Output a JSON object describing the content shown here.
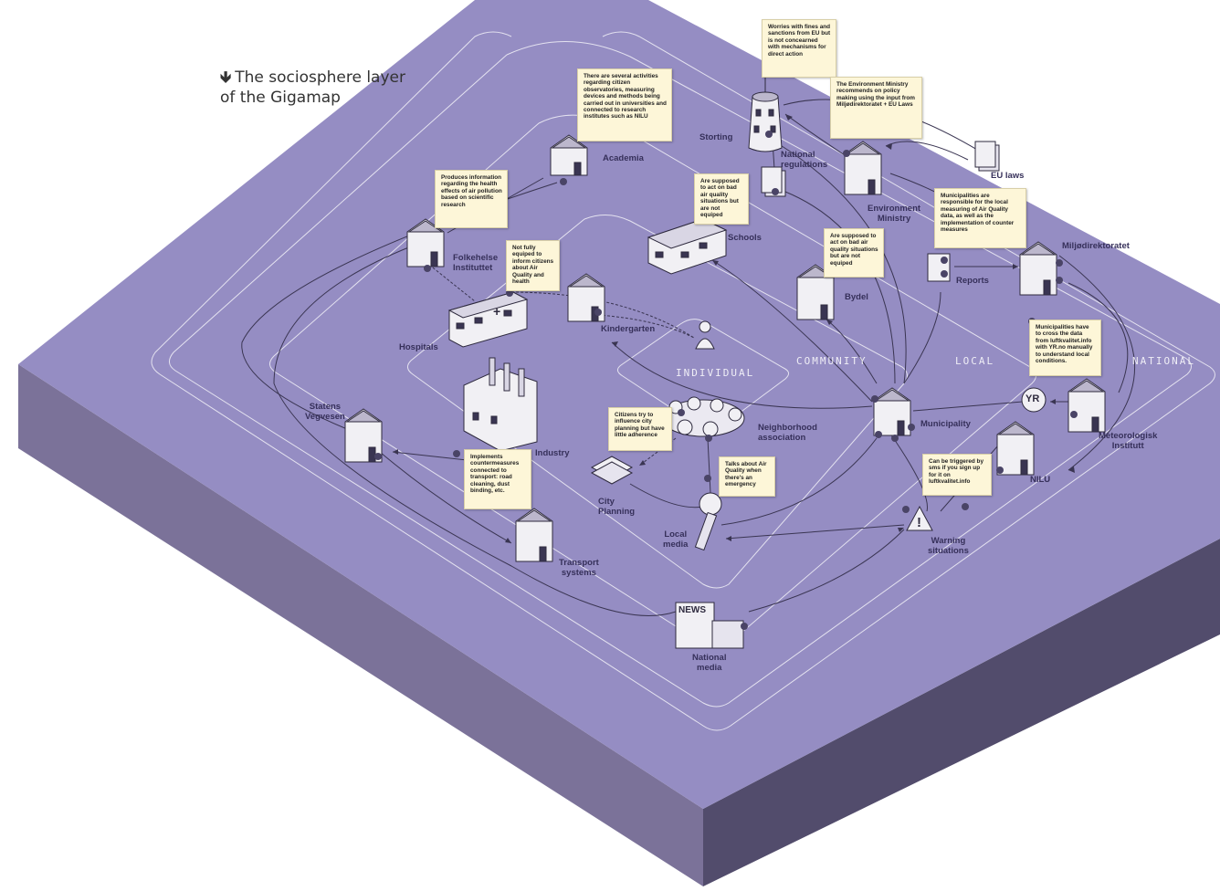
{
  "caption": {
    "arrow": "🡻",
    "text_line1": "The sociosphere layer",
    "text_line2": "of the Gigamap"
  },
  "rings": {
    "individual": "INDIVIDUAL",
    "community": "COMMUNITY",
    "local": "LOCAL",
    "national": "NATIONAL"
  },
  "labels": {
    "academia": "Academia",
    "storting": "Storting",
    "national_regulations_1": "National",
    "national_regulations_2": "regulations",
    "eu_laws": "EU laws",
    "environment_ministry_1": "Environment",
    "environment_ministry_2": "Ministry",
    "folkehelse_1": "Folkehelse",
    "folkehelse_2": "Instituttet",
    "schools": "Schools",
    "bydel": "Bydel",
    "miljodirektoratet": "Miljødirektoratet",
    "reports": "Reports",
    "hospitals": "Hospitals",
    "kindergarten": "Kindergarten",
    "statens_vegvesen_1": "Statens",
    "statens_vegvesen_2": "Vegvesen",
    "industry": "Industry",
    "neighborhood_1": "Neighborhood",
    "neighborhood_2": "association",
    "municipality": "Municipality",
    "meteorologisk_1": "Meteorologisk",
    "meteorologisk_2": "Institutt",
    "nilu": "NILU",
    "city_planning_1": "City",
    "city_planning_2": "Planning",
    "local_media_1": "Local",
    "local_media_2": "media",
    "warning_1": "Warning",
    "warning_2": "situations",
    "transport_1": "Transport",
    "transport_2": "systems",
    "national_media_1": "National",
    "national_media_2": "media",
    "yr_logo": "YR",
    "news_sign": "NEWS"
  },
  "notes": {
    "storting": "Worries with fines and sanctions from EU but is not concearned with mechanisms for direct action",
    "academia": "There are several activities regarding citizen observatories, measuring devices and methods being carried out in universities and connected to research institutes such as NILU",
    "environment_ministry": "The Environment Ministry recommends on policy making using the input from Miljødirektoratet + EU Laws",
    "folkehelse": "Produces information regarding the health effects of air pollution based on scientific research",
    "schools": "Are supposed to act on bad air quality situations but are not equiped",
    "municipalities_measuring": "Municipalities are responsible for the local measuring of Air Quality data, as well as the implementation of counter measures",
    "bydel": "Are supposed to act on bad air quality situations but are not equiped",
    "hospitals": "Not fully equiped to inform citizens about Air Quality and health",
    "municipalities_cross": "Municipalities have to cross the data from luftkvalitet.info with YR.no manually to understand local conditions.",
    "city_planning": "Citizens try to influence city planning but have little adherence",
    "transport": "Implements countermeasures connected to transport: road cleaning, dust binding, etc.",
    "local_media": "Talks about Air Quality when there's an emergency",
    "warning": "Can be triggered by sms if you sign up for it on luftkvalitet.info"
  },
  "colors": {
    "top_face": "#958dc3",
    "left_face": "#7b7299",
    "right_face": "#524c6c",
    "ring_line": "#ffffff",
    "connector": "#3a3552",
    "dot": "#4a4466",
    "note_bg": "#fdf6d8"
  }
}
